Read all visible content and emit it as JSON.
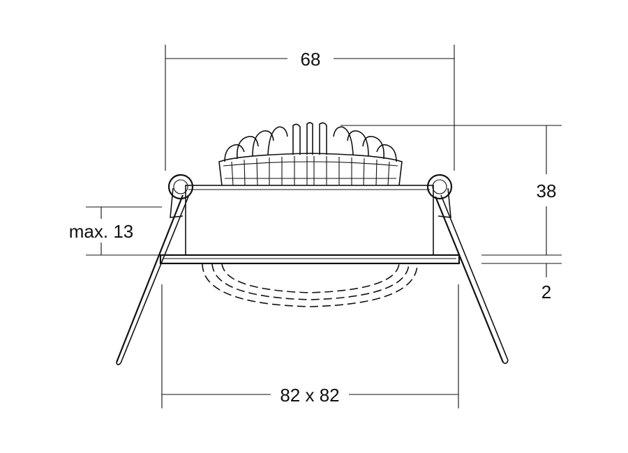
{
  "dimensions": {
    "top_width": "68",
    "height": "38",
    "plate_thickness": "2",
    "max_ceiling": "max. 13",
    "cutout": "82 x 82"
  },
  "colors": {
    "line": "#111111",
    "background": "#ffffff"
  }
}
